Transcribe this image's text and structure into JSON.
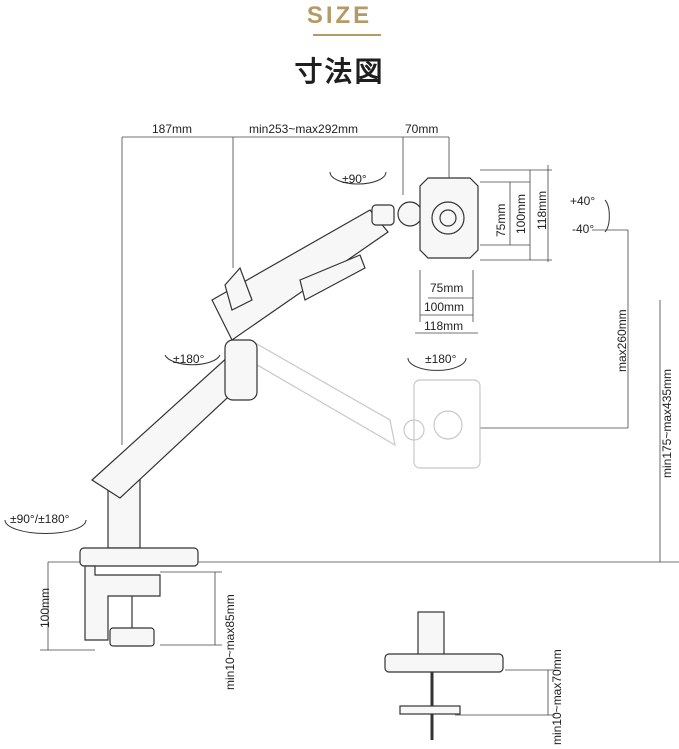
{
  "header": {
    "title_en": "SIZE",
    "title_jp": "寸法図"
  },
  "dimensions": {
    "top_left": "187mm",
    "top_middle": "min253~max292mm",
    "top_right": "70mm",
    "vesa_v75": "75mm",
    "vesa_v100": "100mm",
    "vesa_v118": "118mm",
    "vesa_h75": "75mm",
    "vesa_h100": "100mm",
    "vesa_h118": "118mm",
    "tilt_up": "+40°",
    "tilt_down": "-40°",
    "max_height": "max260mm",
    "total_height": "min175~max435mm",
    "clamp_height": "100mm",
    "clamp_range": "min10~max85mm",
    "grommet_range": "min10~max70mm"
  },
  "rotations": {
    "head_rotate": "±90°",
    "elbow_rotate": "±180°",
    "monitor_rotate": "±180°",
    "base_rotate": "±90°/±180°"
  },
  "colors": {
    "accent": "#b49a64",
    "line": "#444444",
    "ghost": "#bdbdbd"
  }
}
